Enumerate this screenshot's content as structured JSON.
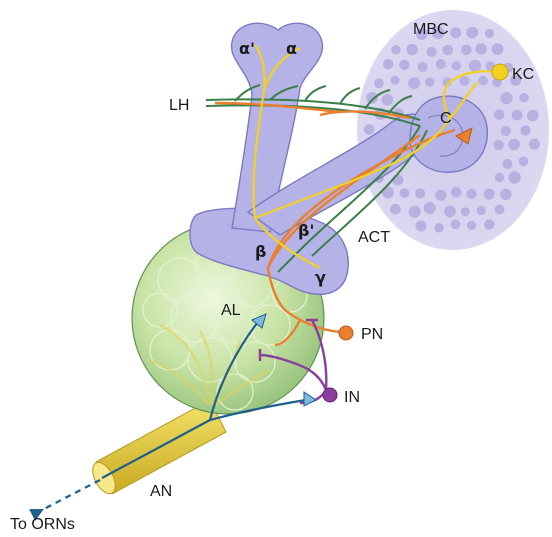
{
  "labels": {
    "mbc": "MBC",
    "kc": "KC",
    "lh": "LH",
    "calyx": "C",
    "alpha_prime": "α'",
    "alpha": "α",
    "beta": "β",
    "beta_prime": "β'",
    "gamma": "γ",
    "act": "ACT",
    "al": "AL",
    "pn": "PN",
    "in": "IN",
    "an": "AN",
    "to_orns": "To ORNs"
  },
  "colors": {
    "mushroom_body": "#b4b2e6",
    "mushroom_body_stroke": "#7d79c2",
    "mbc_region": "#d6d3ee",
    "mbc_dots": "#b6b1e0",
    "antennal_lobe": "#c6e2a3",
    "antennal_lobe_stroke": "#5f9150",
    "kc_neuron": "#f2d21f",
    "pn_neuron": "#ea7f2e",
    "in_neuron": "#8a3f9e",
    "lh_tract": "#3a8048",
    "orn_axon": "#1f5f8e",
    "nerve": "#e3c833"
  }
}
